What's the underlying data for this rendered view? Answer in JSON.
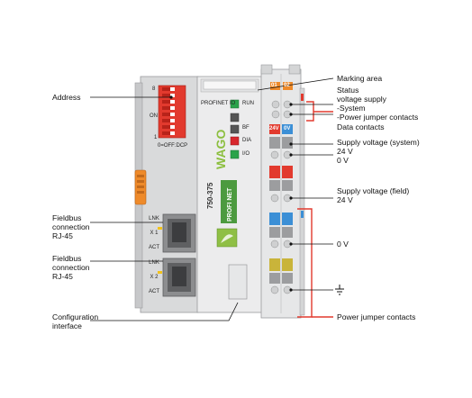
{
  "left_labels": {
    "address": "Address",
    "fieldbus1": "Fieldbus\nconnection\nRJ-45",
    "fieldbus2": "Fieldbus\nconnection\nRJ-45",
    "config": "Configuration\ninterface"
  },
  "right_labels": {
    "marking_area": "Marking area",
    "status_supply": "Status\nvoltage supply\n-System\n-Power jumper contacts",
    "data_contacts": "Data contacts",
    "supply_system": "Supply voltage (system)\n24 V\n0 V",
    "supply_field": "Supply voltage (field)\n24 V",
    "zero_v": "0 V",
    "power_jumper": "Power jumper contacts"
  },
  "device": {
    "model": "750-375",
    "brand": "WAGO",
    "profinet_io": "PROFINET IO",
    "leds": [
      {
        "label": "RUN",
        "color": "#2aa34a"
      },
      {
        "label": "BF",
        "color": "#555555"
      },
      {
        "label": "DIA",
        "color": "#d8262d"
      },
      {
        "label": "I/O",
        "color": "#2aa34a"
      }
    ],
    "dip_top_label": "8",
    "dip_on_label": "ON",
    "dip_bottom_label": "1",
    "dip_mode_label": "0=OFF:DCP",
    "port1_labels": [
      "LNK",
      "X 1",
      "ACT"
    ],
    "port2_labels": [
      "LNK",
      "X 2",
      "ACT"
    ],
    "status_a": "01",
    "status_b": "02",
    "v24": "24V",
    "v0": "0V",
    "profinet_logo": "PROFI NET"
  },
  "colors": {
    "red": "#e23a2e",
    "orange": "#ee8a2a",
    "blue": "#3b8fd6",
    "yellow": "#c9b43a",
    "green": "#3f9e4c"
  }
}
